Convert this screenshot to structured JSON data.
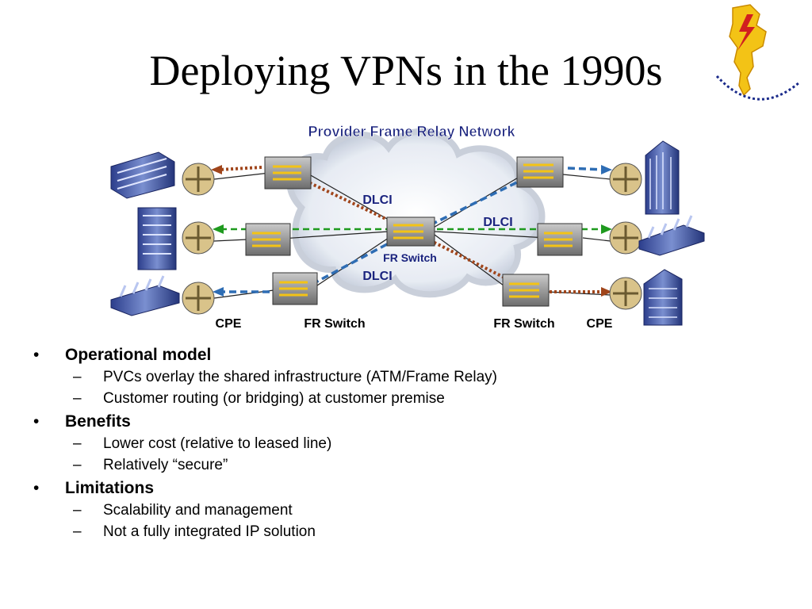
{
  "slide": {
    "title": "Deploying VPNs in the 1990s"
  },
  "diagram": {
    "cloud_title": "Provider Frame Relay Network",
    "dlci_labels": [
      "DLCI",
      "DLCI",
      "DLCI"
    ],
    "center_switch_label": "FR Switch",
    "bottom_labels": {
      "cpe_left": "CPE",
      "fr_switch_left": "FR Switch",
      "fr_switch_right": "FR Switch",
      "cpe_right": "CPE"
    },
    "colors": {
      "cloud": "#dce3ee",
      "link_brown": "#a0451b",
      "link_blue": "#2e6db4",
      "link_green": "#1f9a1f",
      "switch": "#8a8a8a",
      "router": "#d9c38a",
      "label_blue": "#1a237e"
    }
  },
  "bullets": [
    {
      "label": "Operational model",
      "items": [
        "PVCs overlay the shared infrastructure (ATM/Frame Relay)",
        "Customer routing (or bridging) at customer premise"
      ]
    },
    {
      "label": "Benefits",
      "items": [
        "Lower cost (relative to leased line)",
        "Relatively “secure”"
      ]
    },
    {
      "label": "Limitations",
      "items": [
        "Scalability and management",
        "Not a fully integrated IP solution"
      ]
    }
  ]
}
